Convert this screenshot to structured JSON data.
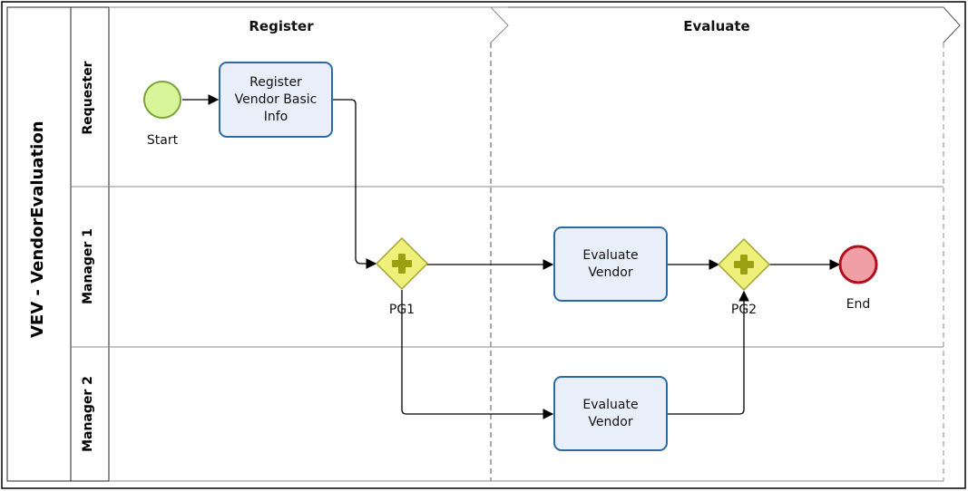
{
  "pool": {
    "title": "VEV - VendorEvaluation"
  },
  "phases": [
    {
      "label": "Register"
    },
    {
      "label": "Evaluate"
    }
  ],
  "lanes": [
    {
      "label": "Requester"
    },
    {
      "label": "Manager 1"
    },
    {
      "label": "Manager 2"
    }
  ],
  "events": {
    "start": {
      "label": "Start",
      "color": "#d9f59a",
      "stroke": "#7aa33a"
    },
    "end": {
      "label": "End",
      "color": "#f0a0a4",
      "stroke": "#b0101c"
    }
  },
  "tasks": {
    "register": {
      "label": "Register\nVendor Basic\nInfo"
    },
    "evaluate_m1": {
      "label": "Evaluate\nVendor"
    },
    "evaluate_m2": {
      "label": "Evaluate\nVendor"
    }
  },
  "gateways": {
    "pg1": {
      "label": "PG1",
      "type": "parallel"
    },
    "pg2": {
      "label": "PG2",
      "type": "parallel"
    }
  },
  "colors": {
    "task_fill": "#e9eefb",
    "task_stroke": "#2b6aa6",
    "gateway_fill": "#eef07a",
    "gateway_stroke": "#a3a336",
    "gateway_plus": "#9aa012"
  }
}
